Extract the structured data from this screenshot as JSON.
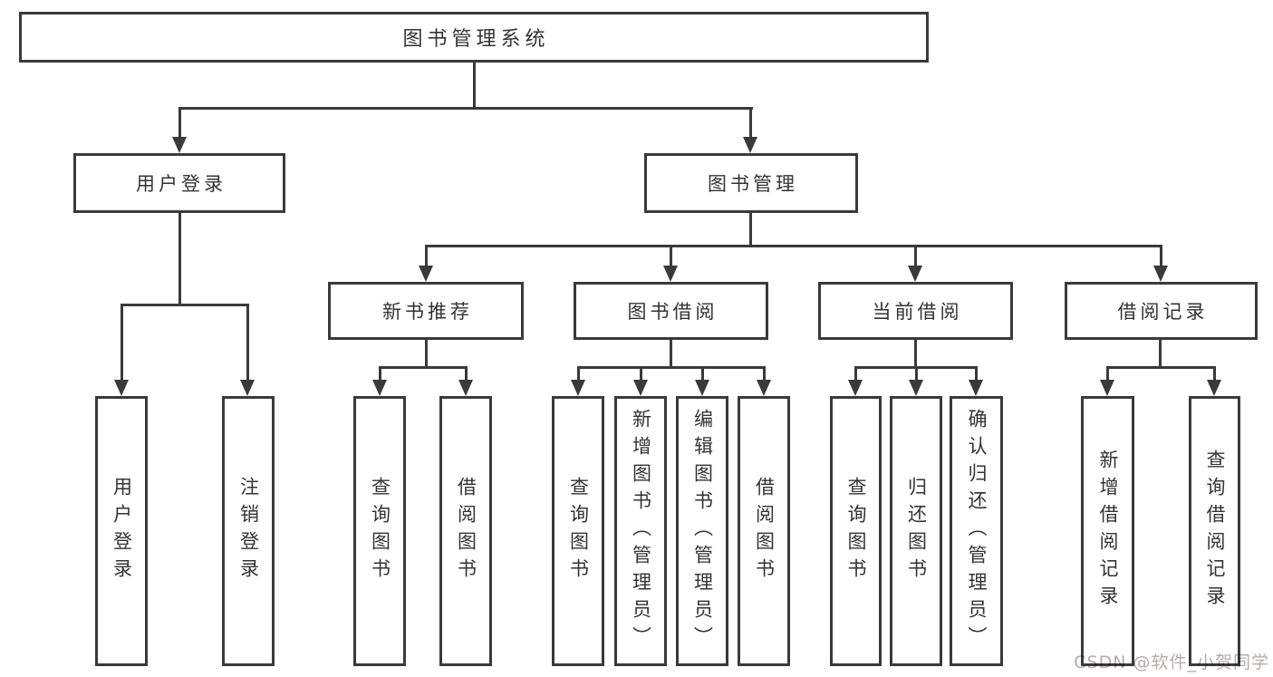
{
  "diagram": {
    "root": {
      "label": "图书管理系统"
    },
    "branches": [
      {
        "label": "用户登录",
        "children": [
          {
            "label": "用户登录"
          },
          {
            "label": "注销登录"
          }
        ]
      },
      {
        "label": "图书管理",
        "groups": [
          {
            "label": "新书推荐",
            "children": [
              {
                "label": "查询图书"
              },
              {
                "label": "借阅图书"
              }
            ]
          },
          {
            "label": "图书借阅",
            "children": [
              {
                "label": "查询图书"
              },
              {
                "label": "新增图书（管理员）"
              },
              {
                "label": "编辑图书（管理员）"
              },
              {
                "label": "借阅图书"
              }
            ]
          },
          {
            "label": "当前借阅",
            "children": [
              {
                "label": "查询图书"
              },
              {
                "label": "归还图书"
              },
              {
                "label": "确认归还（管理员）"
              }
            ]
          },
          {
            "label": "借阅记录",
            "children": [
              {
                "label": "新增借阅记录"
              },
              {
                "label": "查询借阅记录"
              }
            ]
          }
        ]
      }
    ]
  },
  "watermark": {
    "text": "CSDN @软件_小贺同学"
  },
  "colors": {
    "line": "#3a3a3a",
    "text": "#333333",
    "background": "#ffffff",
    "watermark": "#b3adad"
  }
}
